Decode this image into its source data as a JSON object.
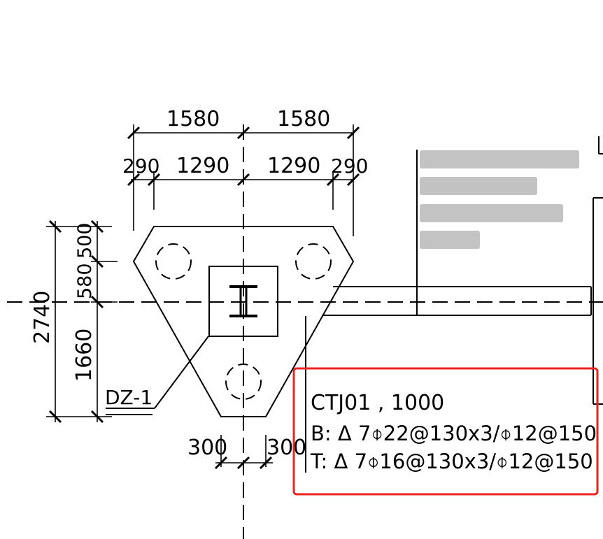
{
  "dimensions": {
    "top_left_total": "1580",
    "top_right_total": "1580",
    "left_edge": "290",
    "left_inner": "1290",
    "right_inner": "1290",
    "right_edge": "290",
    "height_total": "2740",
    "height_upper_a": "500",
    "height_upper_b": "580",
    "height_lower": "1660",
    "bottom_left": "300",
    "bottom_right": "300"
  },
  "labels": {
    "column": "DZ-1"
  },
  "callout": {
    "line1": "CTJ01 , 1000",
    "line2": "B: Δ 7⌽22@130x3/⌽12@150",
    "line3": "T: Δ 7⌽16@130x3/⌽12@150"
  },
  "colors": {
    "highlight": "#e8261f",
    "ink": "#000000"
  }
}
